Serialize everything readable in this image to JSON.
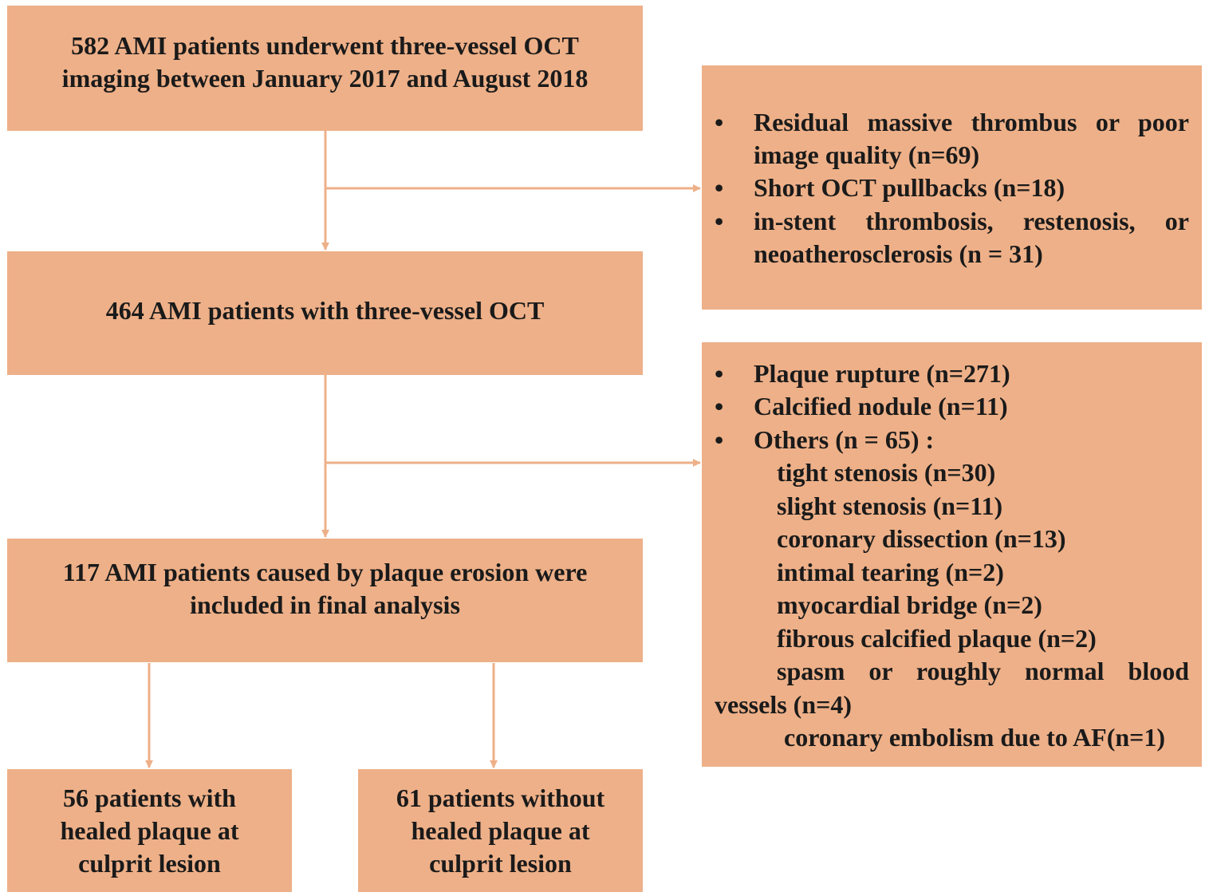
{
  "diagram": {
    "box_582": {
      "lines": [
        "582 AMI patients underwent three-vessel OCT",
        "imaging between January 2017 and August 2018"
      ]
    },
    "box_464": {
      "lines": [
        "464 AMI patients with three-vessel OCT"
      ]
    },
    "box_117": {
      "lines": [
        "117 AMI patients caused by plaque erosion were",
        "included in final analysis"
      ]
    },
    "box_56": {
      "lines": [
        "56  patients with",
        "healed plaque at",
        "culprit lesion"
      ]
    },
    "box_61": {
      "lines": [
        "61  patients without",
        "healed plaque at",
        "culprit lesion"
      ]
    },
    "exclusion_1": {
      "bullet": "•",
      "item1_line1": "Residual massive thrombus or poor",
      "item1_line2": "image quality (n=69)",
      "item2": "Short OCT pullbacks (n=18)",
      "item3_line1": "in-stent thrombosis, restenosis, or",
      "item3_line2": "neoatherosclerosis (n = 31)"
    },
    "exclusion_2": {
      "bullet": "•",
      "item1": "Plaque rupture (n=271)",
      "item2": "Calcified nodule (n=11)",
      "item3": "Others (n = 65) :",
      "sub": [
        "tight stenosis (n=30)",
        "slight stenosis (n=11)",
        "coronary dissection (n=13)",
        "intimal tearing (n=2)",
        "myocardial bridge (n=2)",
        "fibrous calcified plaque (n=2)"
      ],
      "sub7_line1": "spasm or roughly normal blood",
      "sub7_line2": "vessels (n=4)",
      "sub8": "coronary embolism due to AF(n=1)"
    },
    "colors": {
      "box_fill": "#EEB088",
      "arrow": "#EEB088",
      "text": "#1a1a1a"
    }
  }
}
